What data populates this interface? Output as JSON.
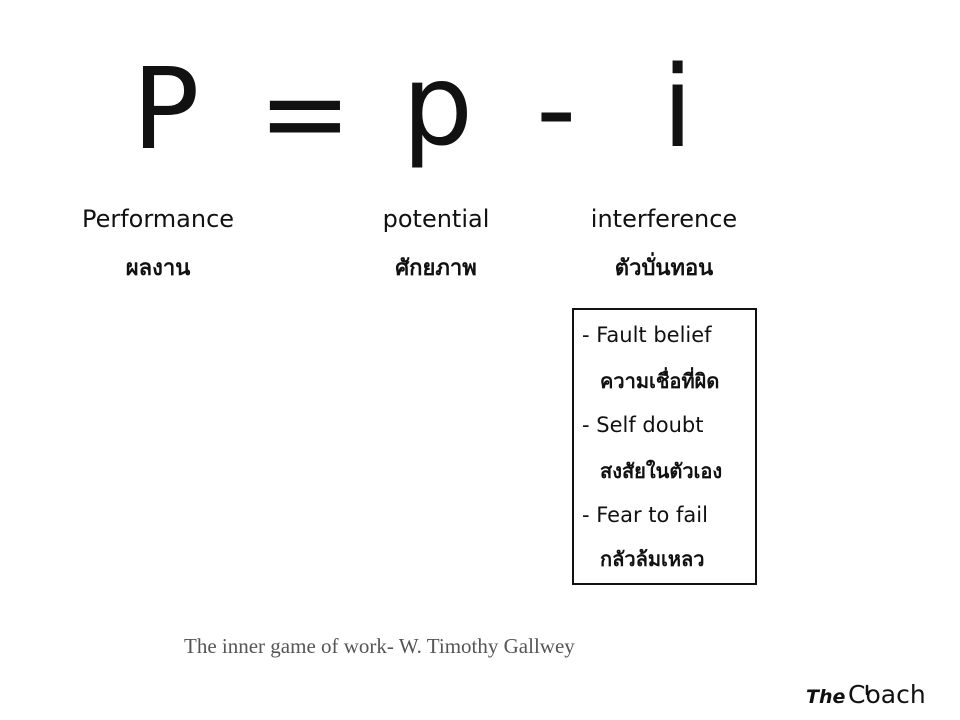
{
  "equation": {
    "lhs": "P",
    "equals": "=",
    "potential_symbol": "p",
    "minus": "-",
    "interference_symbol": "i"
  },
  "terms": {
    "performance": {
      "en": "Performance",
      "th": "ผลงาน"
    },
    "potential": {
      "en": "potential",
      "th": "ศักยภาพ"
    },
    "interference": {
      "en": "interference",
      "th": "ตัวบั่นทอน"
    }
  },
  "interference_list": [
    {
      "en": "- Fault belief",
      "th": "ความเชื่อที่ผิด"
    },
    {
      "en": "- Self doubt",
      "th": "สงสัยในตัวเอง"
    },
    {
      "en": "- Fear to fail",
      "th": "กลัวล้มเหลว"
    }
  ],
  "citation": "The inner game of work- W. Timothy Gallwey",
  "brand": {
    "the": "The",
    "coach": "Coach"
  }
}
